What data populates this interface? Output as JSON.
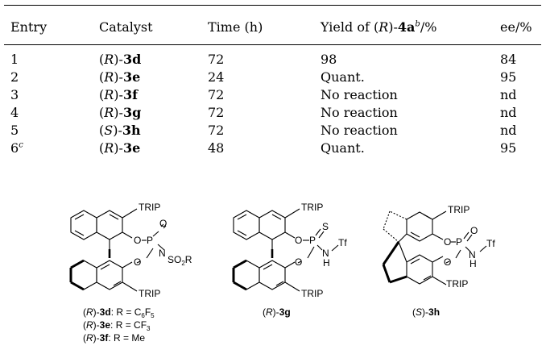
{
  "table": {
    "headers": {
      "entry": "Entry",
      "catalyst": "Catalyst",
      "time": "Time (h)",
      "yield_prefix": "Yield of (",
      "yield_R": "R",
      "yield_mid": ")-",
      "yield_compound": "4a",
      "yield_sup": "b",
      "yield_suffix": "/%",
      "ee": "ee/%"
    },
    "rows": [
      {
        "entry": "1",
        "entry_sup": "",
        "config": "R",
        "compound": "3d",
        "time": "72",
        "yield": "98",
        "ee": "84"
      },
      {
        "entry": "2",
        "entry_sup": "",
        "config": "R",
        "compound": "3e",
        "time": "24",
        "yield": "Quant.",
        "ee": "95"
      },
      {
        "entry": "3",
        "entry_sup": "",
        "config": "R",
        "compound": "3f",
        "time": "72",
        "yield": "No reaction",
        "ee": "nd"
      },
      {
        "entry": "4",
        "entry_sup": "",
        "config": "R",
        "compound": "3g",
        "time": "72",
        "yield": "No reaction",
        "ee": "nd"
      },
      {
        "entry": "5",
        "entry_sup": "",
        "config": "S",
        "compound": "3h",
        "time": "72",
        "yield": "No reaction",
        "ee": "nd"
      },
      {
        "entry": "6",
        "entry_sup": "c",
        "config": "R",
        "compound": "3e",
        "time": "48",
        "yield": "Quant.",
        "ee": "95"
      }
    ]
  },
  "structures": {
    "atom_labels": {
      "trip": "TRIP",
      "o": "O",
      "p": "P",
      "n": "N",
      "h": "H",
      "s": "S",
      "tf": "Tf",
      "so2r_a": "SO",
      "so2r_sub": "2",
      "so2r_b": "R"
    },
    "captions": {
      "c3d": {
        "config": "R",
        "compound": "3d",
        "rest": ": R = C",
        "sub1": "6",
        "mid": "F",
        "sub2": "5"
      },
      "c3e": {
        "config": "R",
        "compound": "3e",
        "rest": ": R = CF",
        "sub1": "3"
      },
      "c3f": {
        "config": "R",
        "compound": "3f",
        "rest": ": R = Me"
      },
      "c3g": {
        "config": "R",
        "compound": "3g"
      },
      "c3h": {
        "config": "S",
        "compound": "3h"
      }
    }
  }
}
